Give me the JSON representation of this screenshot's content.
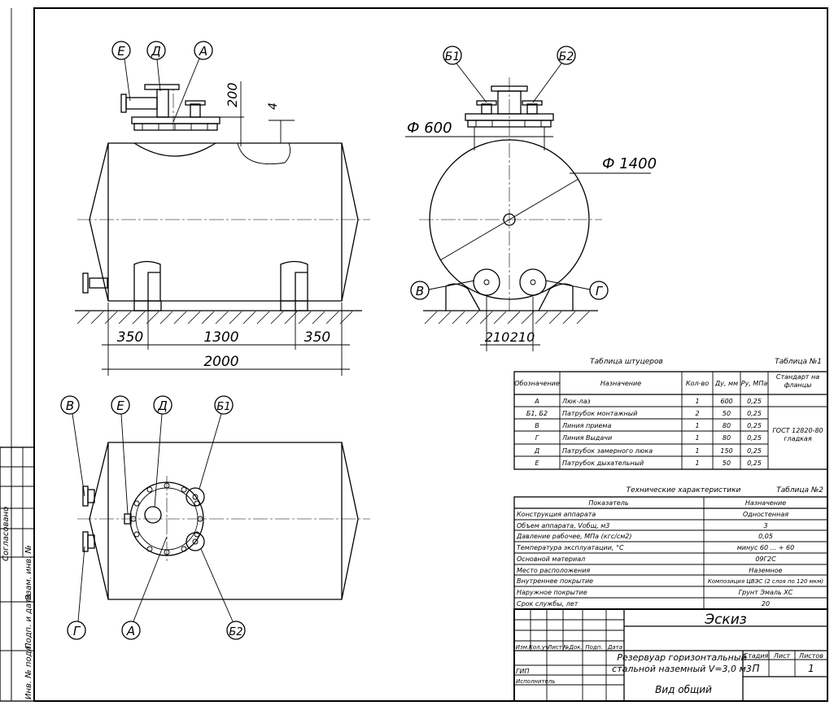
{
  "front_view": {
    "callouts": [
      "Е",
      "Д",
      "А"
    ],
    "dim_nozzle_height": "200",
    "dim_weld": "4",
    "dims_bottom": [
      "350",
      "1300",
      "350"
    ],
    "dim_total": "2000"
  },
  "side_view": {
    "callouts_top": [
      "Б1",
      "Б2"
    ],
    "callouts_bottom": [
      "В",
      "Г"
    ],
    "dim_hatch": "Ф 600",
    "dim_diameter": "Ф 1400",
    "dims_bottom": [
      "210",
      "210"
    ]
  },
  "plan_view": {
    "callouts_top": [
      "В",
      "Е",
      "Д",
      "Б1"
    ],
    "callouts_bottom": [
      "Г",
      "А",
      "Б2"
    ]
  },
  "table1": {
    "caption": "Таблица штуцеров",
    "number": "Таблица №1",
    "headers": [
      "Обозначение",
      "Назначение",
      "Кол-во",
      "Ду, мм",
      "Ру, МПа",
      "Стандарт на фланцы"
    ],
    "rows": [
      [
        "А",
        "Люк-лаз",
        "1",
        "600",
        "0,25"
      ],
      [
        "Б1, Б2",
        "Патрубок монтажный",
        "2",
        "50",
        "0,25"
      ],
      [
        "В",
        "Линия приема",
        "1",
        "80",
        "0,25"
      ],
      [
        "Г",
        "Линия Выдачи",
        "1",
        "80",
        "0,25"
      ],
      [
        "Д",
        "Патрубок замерного люка",
        "1",
        "150",
        "0,25"
      ],
      [
        "Е",
        "Патрубок дыхательный",
        "1",
        "50",
        "0,25"
      ]
    ],
    "standard": "ГОСТ 12820-80 гладкая"
  },
  "table2": {
    "caption": "Технические характеристики",
    "number": "Таблица №2",
    "headers": [
      "Показатель",
      "Назначение"
    ],
    "rows": [
      [
        "Конструкция аппарата",
        "Одностенная"
      ],
      [
        "Объем аппарата, Vобщ, м3",
        "3"
      ],
      [
        "Давление рабочее, МПа (кгс/см2)",
        "0,05"
      ],
      [
        "Температура эксплуатации, °С",
        "минус 60 ... + 60"
      ],
      [
        "Основной материал",
        "09Г2С"
      ],
      [
        "Место расположения",
        "Наземное"
      ],
      [
        "Внутреннее покрытие",
        "Композиция ЦВЭС (2 слоя по 120 мкм)"
      ],
      [
        "Наружное покрытие",
        "Грунт Эмаль ХС"
      ],
      [
        "Срок службы, лет",
        "20"
      ]
    ]
  },
  "title_block": {
    "code": "Эскиз",
    "col_labels": [
      "Изм.",
      "Кол.уч",
      "Лист",
      "№Док.",
      "Подп.",
      "Дата"
    ],
    "role_gip": "ГИП",
    "role_exec": "Исполнитель",
    "title_line1": "Резервуар горизонтальный",
    "title_line2": "стальной наземный V=3,0 м3",
    "stage_label": "Стадия",
    "sheet_label": "Лист",
    "sheets_label": "Листов",
    "stage_value": "П",
    "sheet_value": "",
    "sheets_value": "1",
    "view_name": "Вид общий"
  },
  "left_strip": {
    "labels": [
      "Согласовано",
      "Взам. инв. №",
      "Подп. и дата",
      "Инв. № подл."
    ]
  }
}
